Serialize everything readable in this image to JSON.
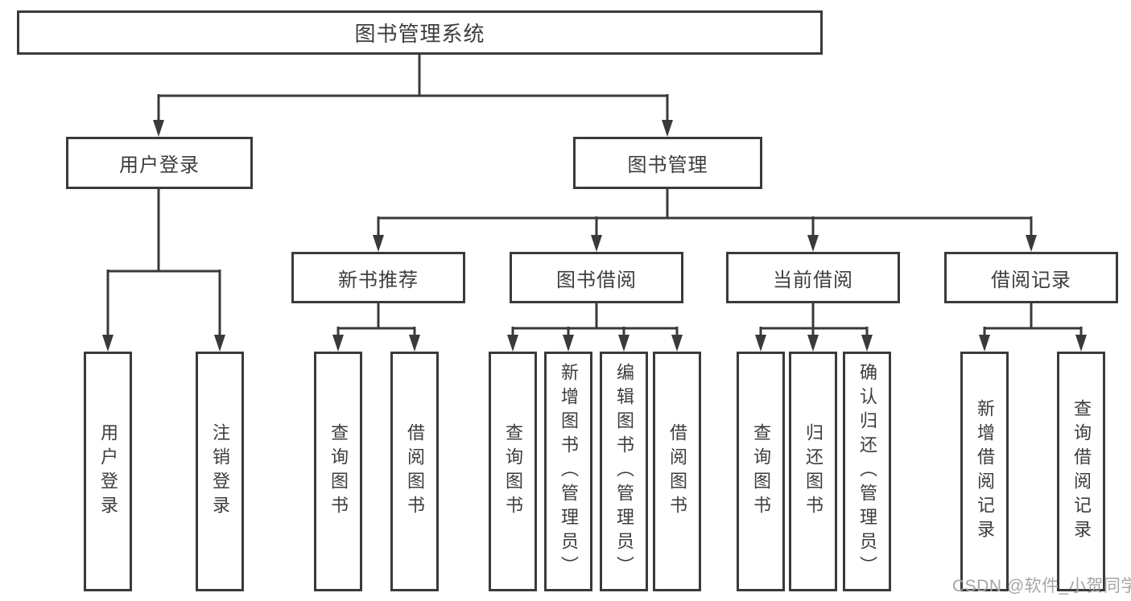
{
  "diagram_type": "tree",
  "tree": {
    "label": "图书管理系统",
    "children": [
      {
        "label": "用户登录",
        "children": [
          {
            "label": "用户登录"
          },
          {
            "label": "注销登录"
          }
        ]
      },
      {
        "label": "图书管理",
        "children": [
          {
            "label": "新书推荐",
            "children": [
              {
                "label": "查询图书"
              },
              {
                "label": "借阅图书"
              }
            ]
          },
          {
            "label": "图书借阅",
            "children": [
              {
                "label": "查询图书"
              },
              {
                "label": "新增图书（管理员）"
              },
              {
                "label": "编辑图书（管理员）"
              },
              {
                "label": "借阅图书"
              }
            ]
          },
          {
            "label": "当前借阅",
            "children": [
              {
                "label": "查询图书"
              },
              {
                "label": "归还图书"
              },
              {
                "label": "确认归还（管理员）"
              }
            ]
          },
          {
            "label": "借阅记录",
            "children": [
              {
                "label": "新增借阅记录"
              },
              {
                "label": "查询借阅记录"
              }
            ]
          }
        ]
      }
    ]
  },
  "watermark": {
    "text": "CSDN @软件_小贺同学"
  },
  "colors": {
    "line": "#3a3a3a",
    "box_border": "#3a3a3a",
    "text": "#3d3d3d",
    "watermark": "#a5a5a5",
    "background": "#ffffff"
  }
}
